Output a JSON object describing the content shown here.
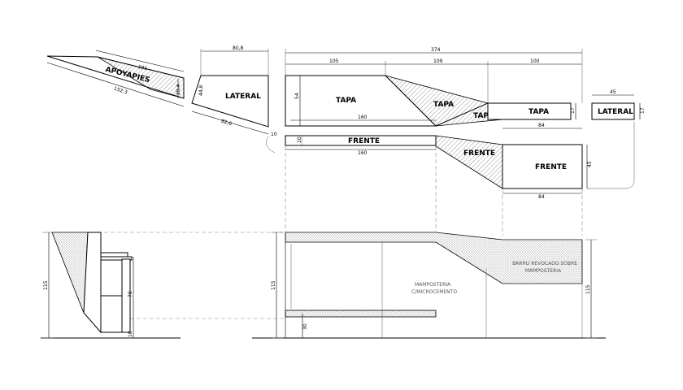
{
  "plan": {
    "apoyapies": {
      "label": "APOYAPIES",
      "dim_top": "101",
      "dim_bottom": "152,3",
      "dim_side": "29,4"
    },
    "lateral_left": {
      "label": "LATERAL",
      "dim_top": "80,8",
      "dim_bottom": "82,6",
      "dim_side": "44,8",
      "dim_foot": "10"
    },
    "tapa_main": {
      "label": "TAPA",
      "dim_width": "160",
      "dim_height": "54"
    },
    "tapa_slope_1": {
      "label": "TAPA"
    },
    "tapa_slope_2": {
      "label": "TAPA"
    },
    "tapa_right": {
      "label": "TAPA",
      "dim_height": "17"
    },
    "lateral_right": {
      "label": "LATERAL",
      "dim_top": "45",
      "dim_side": "17"
    },
    "frente_main": {
      "label": "FRENTE",
      "dim_width": "160",
      "dim_height": "10"
    },
    "frente_slope": {
      "label": "FRENTE"
    },
    "frente_right": {
      "label": "FRENTE",
      "dim_top": "84",
      "dim_bottom": "84",
      "dim_side": "45"
    },
    "top_dims": {
      "total": "374",
      "seg1": "105",
      "seg2": "109",
      "seg3": "100"
    }
  },
  "elevation": {
    "side_height": "115",
    "side_inner": "78",
    "side_foot": "10",
    "front_height": "115",
    "front_shelf": "30",
    "right_height": "115",
    "note_masonry": [
      "MAMPOSTERIA",
      "C/MICROCEMENTO"
    ],
    "note_top_band": [
      "BARRO REVOCADO SOBRE",
      "MAMPOSTERIA"
    ]
  }
}
